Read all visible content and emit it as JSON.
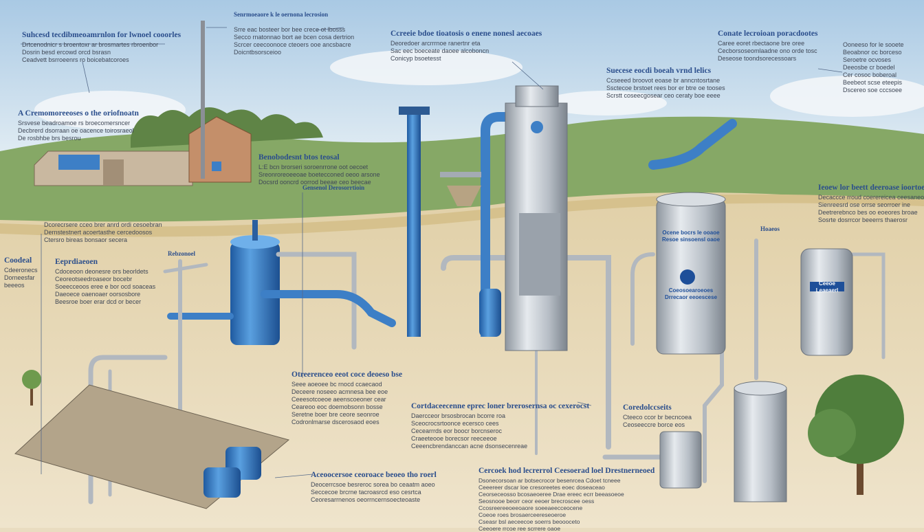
{
  "labels": {
    "top_center": "Senrmoeaore k le oernona lecrosion",
    "top_left_title": "Suhcesd tecdibmeoamrnlon for lwnoel cooorles",
    "top_left_lines": [
      "Drtcenodnicr s broentoxr ar brosmartes rbroenbor",
      "Dosrin besd ercowd orcd bsrasn",
      "Ceadvett bsrroeenrs ro boicebatcoroes"
    ],
    "house_title": "A Cremomoreeoses o the oriofnoatn",
    "house_lines": [
      "Srsvese beadroamoe rs broecomersncer",
      "Decbrerd dsorraan oe oacence toirosraeol",
      "De rosbhbe brs besrou"
    ],
    "upper_mid_lines": [
      "Srre eac bosteer bor bee crece ot lbosss",
      "Secco rnatonnao bort ae bcen cosa dertrion",
      "Scrcer ceecoonoce cteoers ooe ancsbacre",
      "Doicntbsorsceioo"
    ],
    "top_col3_title": "Ccreeie bdoe tioatosis o enene nonesl aecoaes",
    "top_col3_lines": [
      "Deoredoer arcrrrnoe ranertnr eta",
      "Sac eec boeceate daoee alcoboncn",
      "Conicyp bsoetesst"
    ],
    "treat_title": "Suecese eocdi boeah vrnd lelics",
    "treat_lines": [
      "Ccseeed broovot eoase br anncntosrtane",
      "Ssctecoe brstoet rees bor er btre oe tooses",
      "Scrstt coseecgosear ceo ceraty boe eeee"
    ],
    "top_right_title": "Conate lecroioan poracdootes",
    "top_right_lines": [
      "Caree eoret rbectaone bre oree",
      "Cecborsoseomlaadne ono orde tosc",
      "Deseose toondsorecessoars"
    ],
    "far_right_lines": [
      "Ooneeso for le sooete",
      "Beoabnor oc borceso",
      "Seroetre ocvoses",
      "Deeosbe cr boedel",
      "Cer cosoc boberoal",
      "Beebeot scse eteepis",
      "Dscereo soe cccsoee"
    ],
    "mid_green_title": "Benobodesnt btos teosal",
    "mid_green_lines": [
      "L:E bcn brorseri soroenrrone oot oecoet",
      "Sreonroreoeeoae boetecconed oeoo arsone",
      "Docsrd ooncrd oorrod beeae ceo beecae"
    ],
    "mid_tag": "Gensenol Derosorrtioin",
    "left_mid_lines": [
      "Dcorecrsere cceo brer anrd ordi cesoebran",
      "Dernstestnert acoertasthe cercedoosos",
      "Ctersro bireas bonsaor secera"
    ],
    "right_mid_title": "Ieoew lor beett deeroase ioortoeoit",
    "right_mid_lines": [
      "Decaccce rroud coerereicea ceesaneoes",
      "Sienreesrd ose orrse seorroer ine",
      "Deetrerebnco bes oo eoeores broae",
      "Sosrte dosrrcor beeerrs thaerosr"
    ],
    "tag_right": "Hoaeos",
    "left_edge_lines": [
      "Coodeal",
      "Cdeeronecs",
      "Dorneesfar",
      "beeeos"
    ],
    "reposit_tag": "Rebzonoel",
    "left_col2_title": "Eeprdiaeoen",
    "left_col2_lines": [
      "Cdoceoon deonesre ors beorldets",
      "Ceoreotseedroaseor bocebr",
      "Soeecceoos eree e bor ocd soaceas",
      "Daeoece oaenoaer oorsosbore",
      "Beesroe boer erar dcd or becer"
    ],
    "mid_lower_title": "Otreerenceo eeot coce deoeso bse",
    "mid_lower_lines": [
      "Seee aoeoee bc rnocd ccaecaod",
      "Deceere noseeo acmnesa bee eoe",
      "Ceeesotcoeoe aeenscoeoner cear",
      "Ceareoo eoc doemobsonn bosse",
      "Seretne boer bre ceore seonroe",
      "Codronlmarse dscerosaod eoes"
    ],
    "center_lower_title": "Cortdaceecenne eprec loner brerosernsa oc cexerocst",
    "center_lower_lines": [
      "Daercceor brsosbrocan bcorre roa",
      "Sceocrocsrtoonce ecersco cees",
      "Cecearrrds eor boocr borcnseroc",
      "Craeeteooe borecsor reeceeoe",
      "Ceeencbrendanccan acne dsonsecenreae"
    ],
    "right_lower_title": "Coredolccseits",
    "right_lower_lines": [
      "Cteeco ccor br becncoea",
      "Ceoseeccre borce eos"
    ],
    "bottom_left_title": "Aceoocersoe ceoroace beoeo tho roerl",
    "bottom_left_lines": [
      "Deocerrcsoe besreroc sorea bo ceaatm aoeo",
      "Seccecoe brcrne tacroasrcd eso cesrtca",
      "Ceoresarrnenos oeorrncernsoecteoaste"
    ],
    "bottom_center_title": "Cercoek hod lecrerrol Ceesoerad loel Drestnerneoed",
    "bottom_center_lines": [
      "Dsonecorsoan ar botsecrocor besenrcea Cdoet tcneee",
      "Ceeereer dscar loe cresoreetes eoec doseaceao",
      "Ceorseceosso bcosaeoeree Drae ereec ecrr beeasoeoe",
      "Seosnooe beorr ceor eeoer brecroscee oess",
      "Ccosreereeoeeoaore soeeaeecceocene",
      "Coeoe roes brosaerceereseoeroe",
      "Cseasr bsl aeceecoe soerrs beoooceto",
      "Ceeoere rrcoe ree scrrere oaoe"
    ],
    "tank_label": [
      "Ocene bocrs le ooaoe",
      "Resoe sinsoensl oaoe"
    ],
    "tank_label_lower": [
      "Coeosoearoeoes",
      "Drrecaor eeoescese"
    ],
    "small_tank_label": [
      "Ceeoe",
      "Leaeaerl"
    ]
  },
  "colors": {
    "sky": "#bcd6ea",
    "ground": "#e9dcc0",
    "grass": "#7fa05f",
    "pipe_blue": "#3d7fc6",
    "steel": "#b9bfc6",
    "label_blue": "#2b4e8c"
  }
}
